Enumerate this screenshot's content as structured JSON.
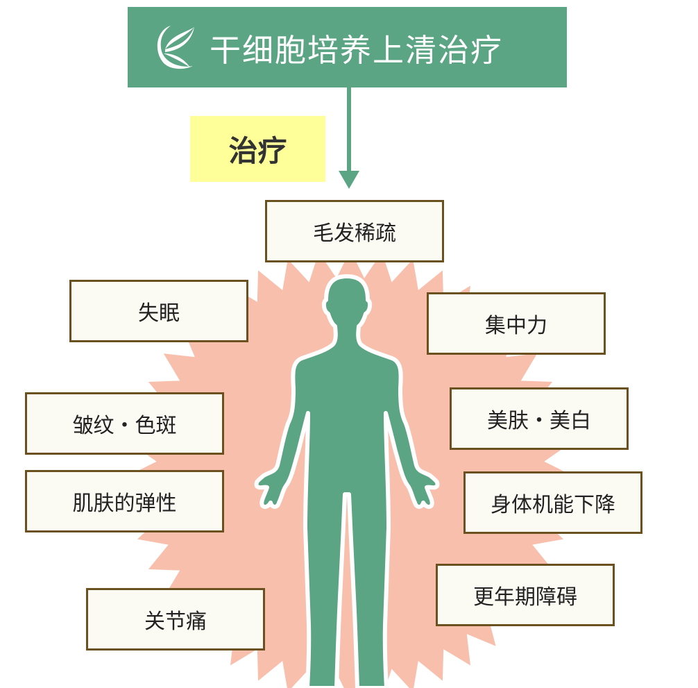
{
  "header": {
    "title": "干细胞培养上清治疗",
    "logo_icon": "leaf-logo-icon"
  },
  "tag": {
    "label": "治疗"
  },
  "conditions": [
    "毛发稀疏",
    "失眠",
    "集中力",
    "皱纹・色斑",
    "美肤・美白",
    "肌肤的弹性",
    "身体机能下降",
    "更年期障碍",
    "关节痛"
  ],
  "colors": {
    "green": "#5ba585",
    "burst": "#f9bfad",
    "tag": "#ffff99",
    "box_border": "#6b5020",
    "box_fill": "#fcfbf3"
  }
}
